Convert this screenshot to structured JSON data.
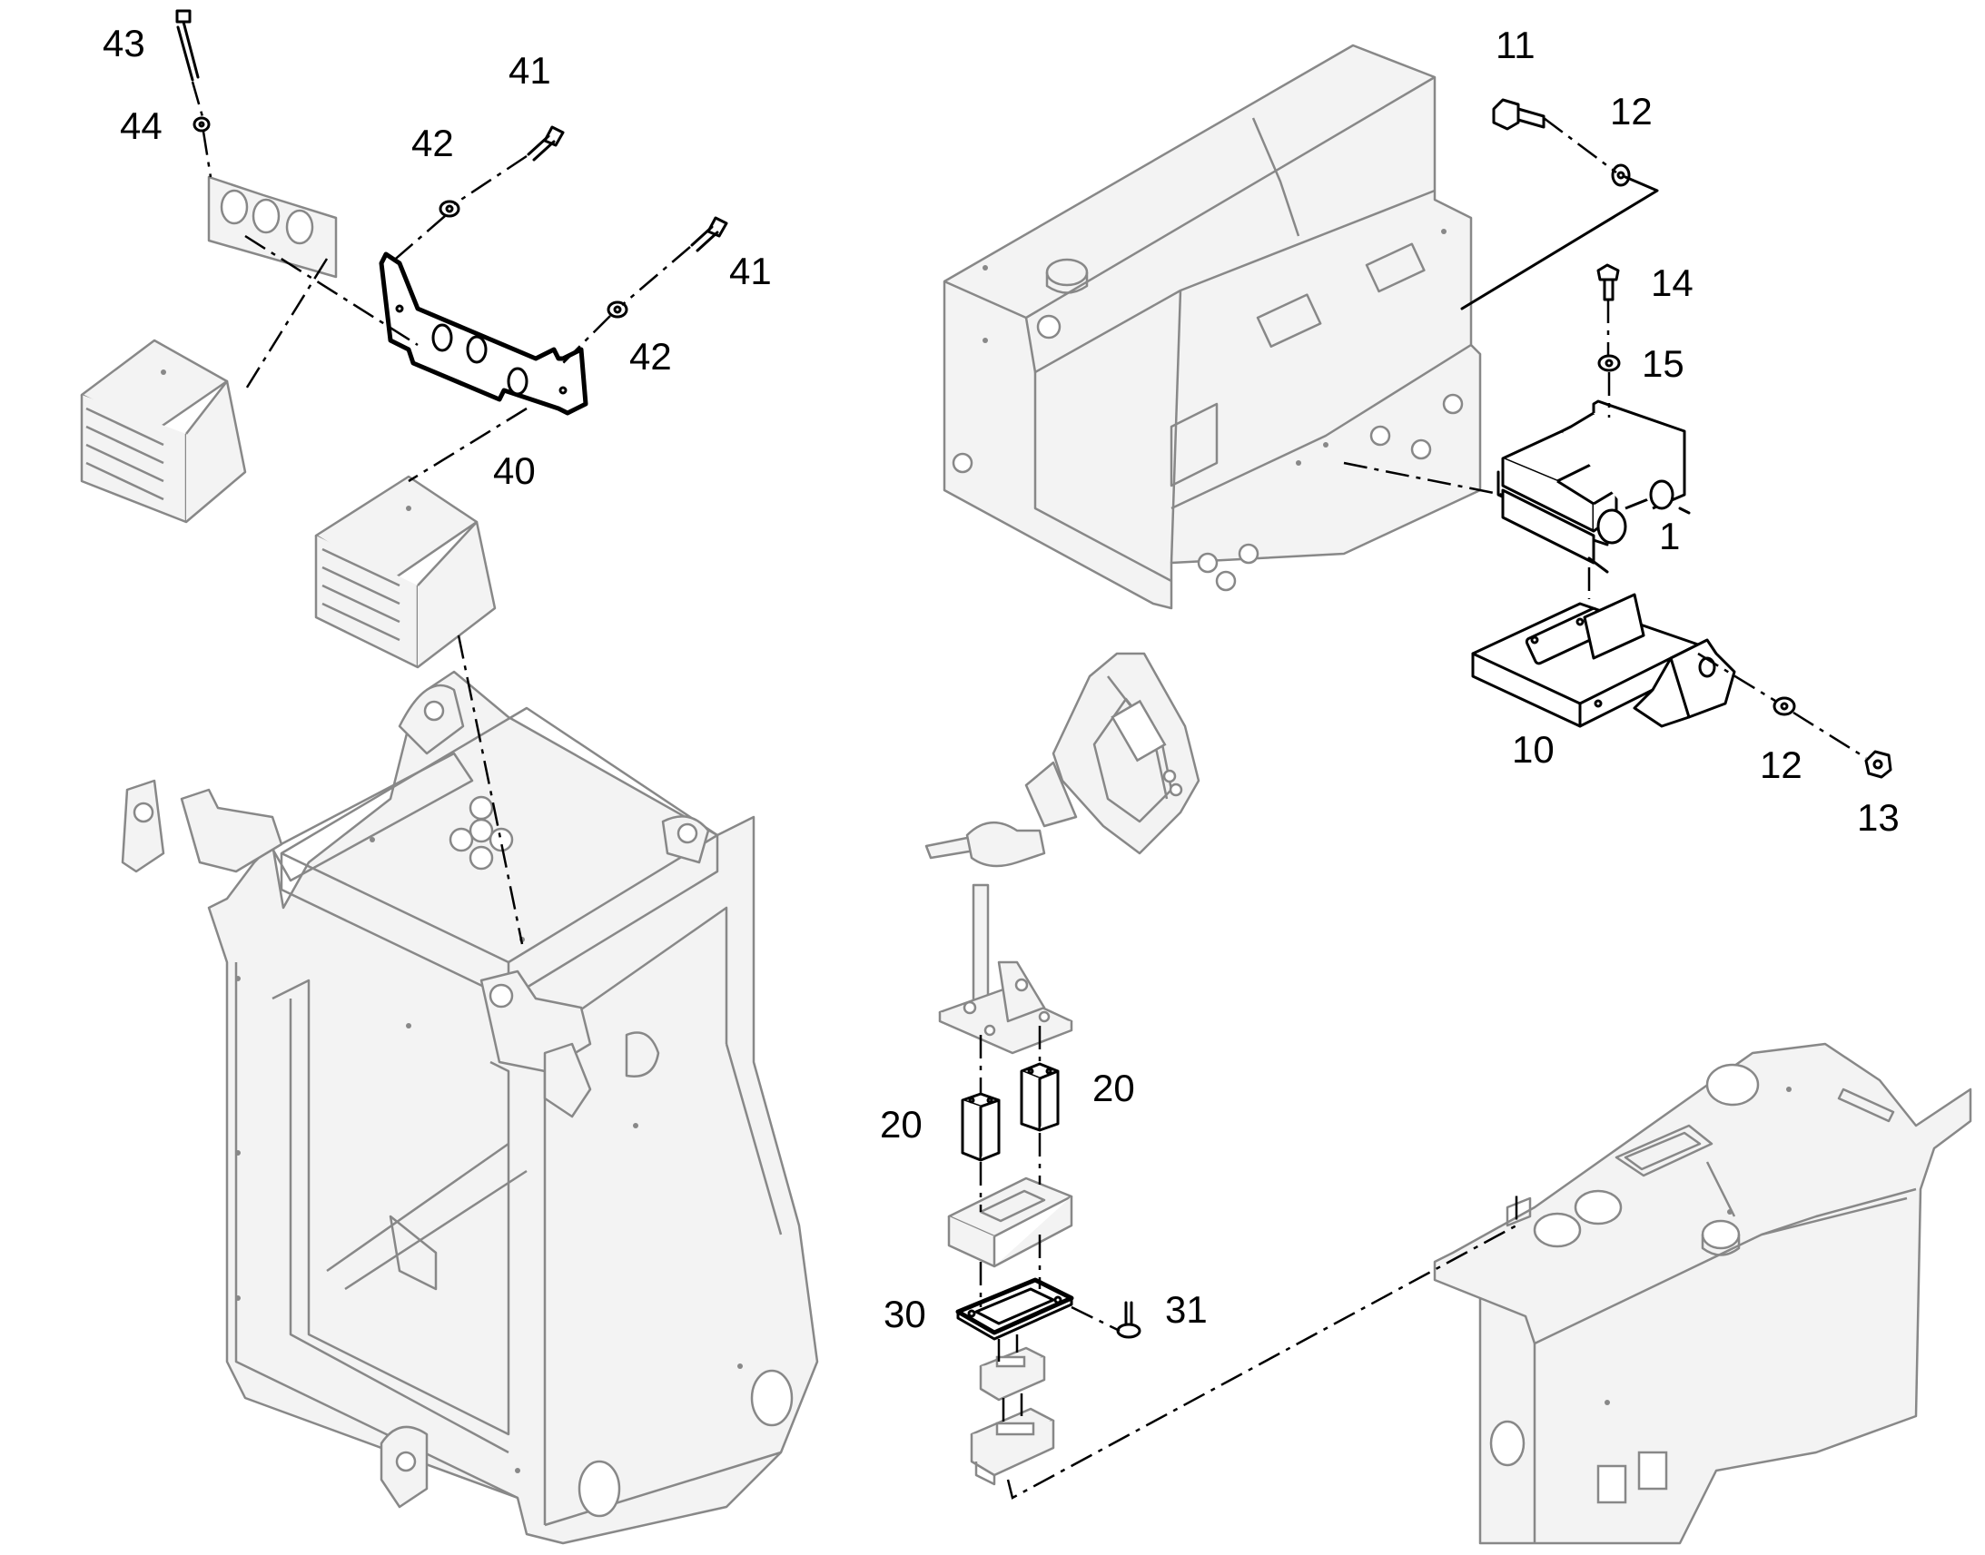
{
  "callouts": {
    "c1": "1",
    "c10": "10",
    "c11": "11",
    "c12a": "12",
    "c12b": "12",
    "c13": "13",
    "c14": "14",
    "c15": "15",
    "c20a": "20",
    "c20b": "20",
    "c30": "30",
    "c31": "31",
    "c40": "40",
    "c41a": "41",
    "c41b": "41",
    "c42a": "42",
    "c42b": "42",
    "c43": "43",
    "c44": "44"
  },
  "colors": {
    "line": "#000000",
    "context_line": "#888888",
    "background": "#ffffff"
  }
}
